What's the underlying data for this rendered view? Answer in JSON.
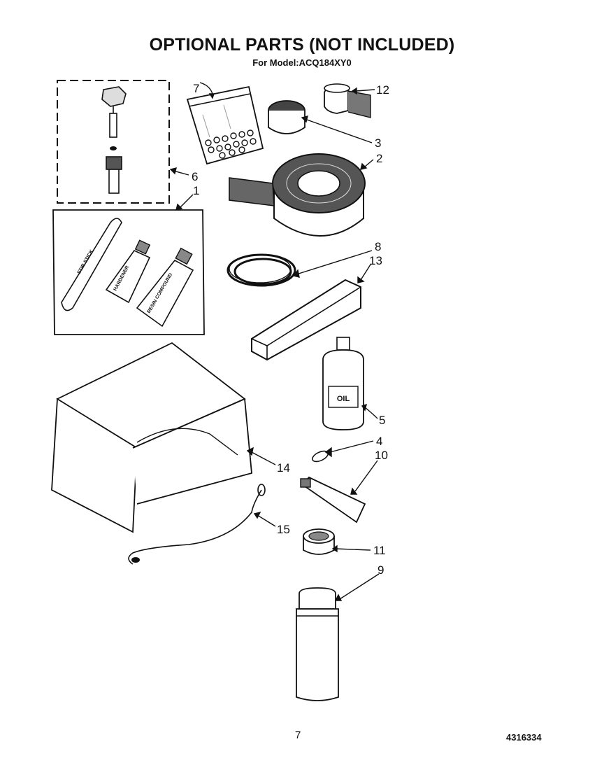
{
  "header": {
    "title": "OPTIONAL PARTS (NOT INCLUDED)",
    "model_prefix": "For Model: ",
    "model": "ACQ184XY0"
  },
  "callouts": [
    "1",
    "2",
    "3",
    "4",
    "5",
    "6",
    "7",
    "8",
    "9",
    "10",
    "11",
    "12",
    "13",
    "14",
    "15"
  ],
  "part_text": {
    "stir_stick": "STIR STICK",
    "tube_a": "HARDENER",
    "tube_b": "RESIN COMPOUND",
    "bottle": "OIL"
  },
  "footer": {
    "page_number": "7",
    "document_number": "4316334"
  }
}
